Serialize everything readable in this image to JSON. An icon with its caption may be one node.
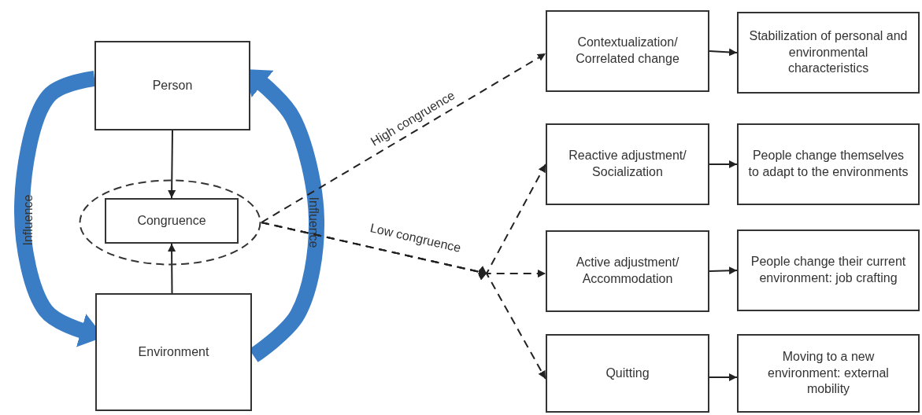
{
  "diagram": {
    "nodes": [
      {
        "text": [
          "Person"
        ]
      },
      {
        "text": [],
        "shape": "ellipse"
      },
      {
        "text": [
          "Congruence"
        ],
        "in": 1
      },
      {
        "text": [
          "Environment"
        ]
      },
      {
        "text": [
          "Contextualization/ Correlated change"
        ]
      },
      {
        "text": [
          "Stabilization of personal and environmental characteristics"
        ]
      },
      {
        "text": [
          "Reactive adjustment/ Socialization"
        ]
      },
      {
        "text": [
          "People change themselves to adapt to the environments"
        ]
      },
      {
        "text": [
          "Active adjustment/ Accommodation"
        ]
      },
      {
        "text": [
          "People change their current environment: job crafting"
        ]
      },
      {
        "text": [
          "Quitting"
        ]
      },
      {
        "text": [
          "Moving to a new environment: external mobility"
        ]
      }
    ],
    "edges": [
      {
        "from": 0,
        "to": 3,
        "arrow": "to",
        "style": "thick",
        "color": "#3b7dc4",
        "label": "Influence"
      },
      {
        "from": 3,
        "to": 0,
        "arrow": "to",
        "style": "thick",
        "color": "#3b7dc4",
        "label": "Influence"
      },
      {
        "from": 0,
        "to": 2,
        "arrow": "to"
      },
      {
        "from": 3,
        "to": 2,
        "arrow": "to"
      },
      {
        "from": 1,
        "to": 4,
        "arrow": "to",
        "style": "dashed",
        "label": "High congruence"
      },
      {
        "from": 1,
        "to": 6,
        "arrow": "to",
        "style": "dashed"
      },
      {
        "from": 1,
        "to": 8,
        "arrow": "to",
        "style": "dashed",
        "label": "Low congruence"
      },
      {
        "from": 1,
        "to": 10,
        "arrow": "to",
        "style": "dashed"
      },
      {
        "from": 4,
        "to": 5,
        "arrow": "to"
      },
      {
        "from": 6,
        "to": 7,
        "arrow": "to"
      },
      {
        "from": 8,
        "to": 9,
        "arrow": "to"
      },
      {
        "from": 10,
        "to": 11,
        "arrow": "to"
      }
    ]
  }
}
